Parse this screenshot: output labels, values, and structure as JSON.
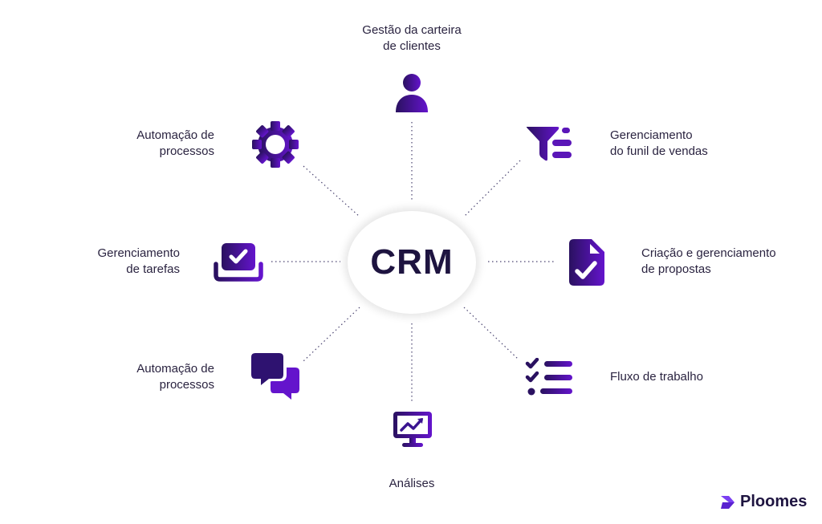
{
  "diagram": {
    "hub": {
      "label": "CRM"
    },
    "nodes": [
      {
        "id": "top",
        "lines": [
          "Gestão da carteira",
          "de clientes"
        ],
        "icon": "user-icon"
      },
      {
        "id": "top-right",
        "lines": [
          "Gerenciamento",
          "do funil de vendas"
        ],
        "icon": "funnel-list-icon"
      },
      {
        "id": "right",
        "lines": [
          "Criação e gerenciamento",
          "de propostas"
        ],
        "icon": "document-check-icon"
      },
      {
        "id": "bottom-right",
        "lines": [
          "Fluxo de trabalho"
        ],
        "icon": "checklist-icon"
      },
      {
        "id": "bottom",
        "lines": [
          "Análises"
        ],
        "icon": "monitor-chart-icon"
      },
      {
        "id": "bottom-left",
        "lines": [
          "Automação de",
          "processos"
        ],
        "icon": "chat-bubbles-icon"
      },
      {
        "id": "left",
        "lines": [
          "Gerenciamento",
          "de tarefas"
        ],
        "icon": "task-inbox-icon"
      },
      {
        "id": "top-left",
        "lines": [
          "Automação de",
          "processos"
        ],
        "icon": "gear-icon"
      }
    ]
  },
  "brand": {
    "name": "Ploomes"
  },
  "colors": {
    "gradient_start": "#2a1160",
    "gradient_end": "#6414cc",
    "text": "#2a2340",
    "hub_text": "#1e1440",
    "logo_accent": "#7b3ff2"
  }
}
